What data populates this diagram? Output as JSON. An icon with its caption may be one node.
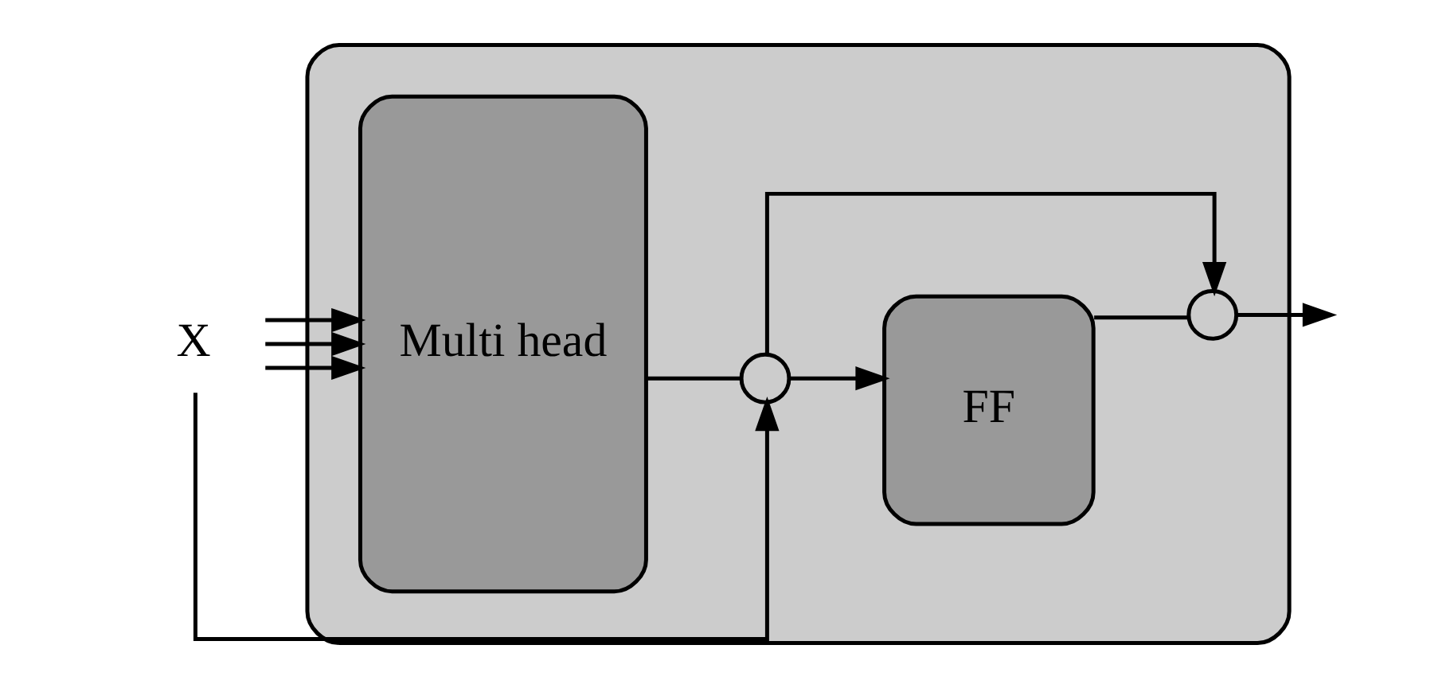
{
  "diagram": {
    "nodes": [
      {
        "text": [],
        "shape": "box"
      },
      {
        "text": [
          "X"
        ]
      },
      {
        "text": [
          "Multi head"
        ],
        "in": 0
      },
      {
        "text": [],
        "shape": "circle",
        "in": 0
      },
      {
        "text": [
          "FF"
        ],
        "in": 0
      },
      {
        "text": [],
        "shape": "circle",
        "in": 0
      }
    ],
    "edges": [
      {
        "from": 1,
        "to": 2,
        "arrow": "to"
      },
      {
        "from": 1,
        "to": 2,
        "arrow": "to"
      },
      {
        "from": 1,
        "to": 2,
        "arrow": "to"
      },
      {
        "from": 1,
        "to": 3,
        "arrow": "to"
      },
      {
        "from": 2,
        "to": 3,
        "arrow": "none"
      },
      {
        "from": 3,
        "to": 4,
        "arrow": "to"
      },
      {
        "from": 3,
        "to": 5,
        "arrow": "to"
      },
      {
        "from": 4,
        "to": 5,
        "arrow": "none"
      },
      {
        "from": 5,
        "to": null,
        "arrow": "to"
      }
    ]
  }
}
